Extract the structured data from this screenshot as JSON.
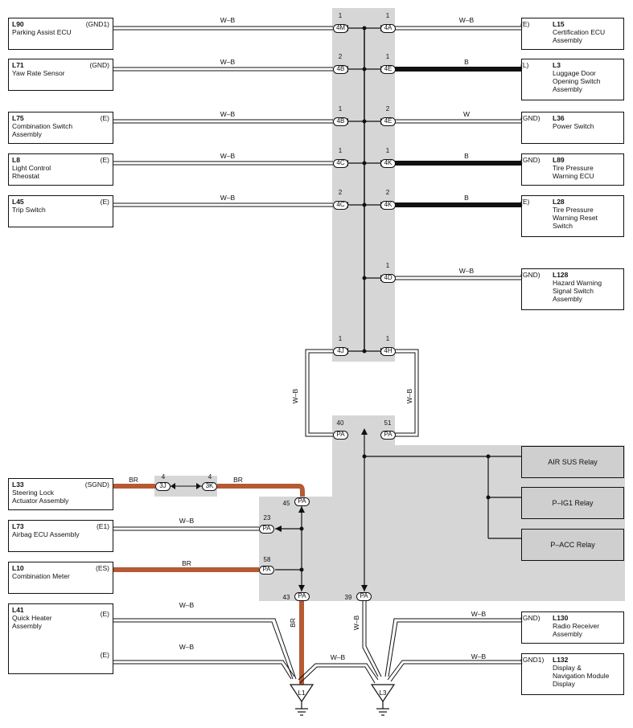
{
  "left_components": [
    {
      "code": "L90",
      "name": "Parking Assist ECU",
      "pin": "(GND1)",
      "wire": "W–B"
    },
    {
      "code": "L71",
      "name": "Yaw Rate Sensor",
      "pin": "(GND)",
      "wire": "W–B"
    },
    {
      "code": "L75",
      "name": "Combination Switch Assembly",
      "pin": "(E)",
      "wire": "W–B"
    },
    {
      "code": "L8",
      "name": "Light Control Rheostat",
      "pin": "(E)",
      "wire": "W–B"
    },
    {
      "code": "L45",
      "name": "Trip Switch",
      "pin": "(E)",
      "wire": "W–B"
    },
    {
      "code": "L33",
      "name": "Steering Lock Actuator Assembly",
      "pin": "(SGND)",
      "wire": "BR"
    },
    {
      "code": "L73",
      "name": "Airbag ECU Assembly",
      "pin": "(E1)",
      "wire": "W–B"
    },
    {
      "code": "L10",
      "name": "Combination Meter",
      "pin": "(ES)",
      "wire": "BR"
    },
    {
      "code": "L41",
      "name": "Quick Heater Assembly",
      "pin1": "(E)",
      "pin2": "(E)",
      "wire": "W–B"
    }
  ],
  "right_components": [
    {
      "code": "L15",
      "name": "Certification ECU Assembly",
      "pin": "(E)",
      "wire": "W–B"
    },
    {
      "code": "L3",
      "name": "Luggage Door Opening Switch Assembly",
      "pin": "(L)",
      "wire": "B"
    },
    {
      "code": "L36",
      "name": "Power Switch",
      "pin": "(GND)",
      "wire": "W"
    },
    {
      "code": "L89",
      "name": "Tire Pressure Warning ECU",
      "pin": "(GND)",
      "wire": "B"
    },
    {
      "code": "L28",
      "name": "Tire Pressure Warning Reset Switch",
      "pin": "(E)",
      "wire": "B"
    },
    {
      "code": "L128",
      "name": "Hazard Warning Signal Switch Assembly",
      "pin": "(GND)",
      "wire": "W–B"
    },
    {
      "code": "L130",
      "name": "Radio Receiver Assembly",
      "pin": "(GND)",
      "wire": "W–B"
    },
    {
      "code": "L132",
      "name": "Display & Navigation Module Display",
      "pin": "(GND1)",
      "wire": "W–B"
    }
  ],
  "relays": [
    "AIR SUS Relay",
    "P–IG1 Relay",
    "P–ACC Relay"
  ],
  "left_connectors": [
    {
      "pin": "1",
      "conn": "4M"
    },
    {
      "pin": "2",
      "conn": "4B"
    },
    {
      "pin": "1",
      "conn": "4B"
    },
    {
      "pin": "1",
      "conn": "4C"
    },
    {
      "pin": "2",
      "conn": "4C"
    }
  ],
  "right_connectors": [
    {
      "pin": "1",
      "conn": "4A"
    },
    {
      "pin": "1",
      "conn": "4E"
    },
    {
      "pin": "2",
      "conn": "4E"
    },
    {
      "pin": "1",
      "conn": "4K"
    },
    {
      "pin": "2",
      "conn": "4K"
    },
    {
      "pin": "1",
      "conn": "4D"
    }
  ],
  "junction_4j": {
    "pin": "1",
    "conn": "4J"
  },
  "junction_4h": {
    "pin": "1",
    "conn": "4H"
  },
  "pa_left": {
    "pin": "40",
    "conn": "PA"
  },
  "pa_right": {
    "pin": "51",
    "conn": "PA"
  },
  "loop_wire_left": "W–B",
  "loop_wire_right": "W–B",
  "j3": {
    "pin": "4",
    "conn": "3J"
  },
  "k3": {
    "pin": "4",
    "conn": "3K"
  },
  "pa45": {
    "pin": "45",
    "conn": "PA"
  },
  "pa23": {
    "pin": "23",
    "conn": "PA"
  },
  "pa58": {
    "pin": "58",
    "conn": "PA"
  },
  "pa43": {
    "pin": "43",
    "conn": "PA"
  },
  "pa39": {
    "pin": "39",
    "conn": "PA"
  },
  "br_vertical": "BR",
  "wb_vertical": "W–B",
  "l41_wire2": "W–B",
  "ground_wire_l1_l3": "W–B",
  "l132_wire": "W–B",
  "ground_points": [
    "L1",
    "L3"
  ],
  "colors": {
    "br": "#b65a33",
    "black": "#111111",
    "shade": "#d6d6d6"
  }
}
